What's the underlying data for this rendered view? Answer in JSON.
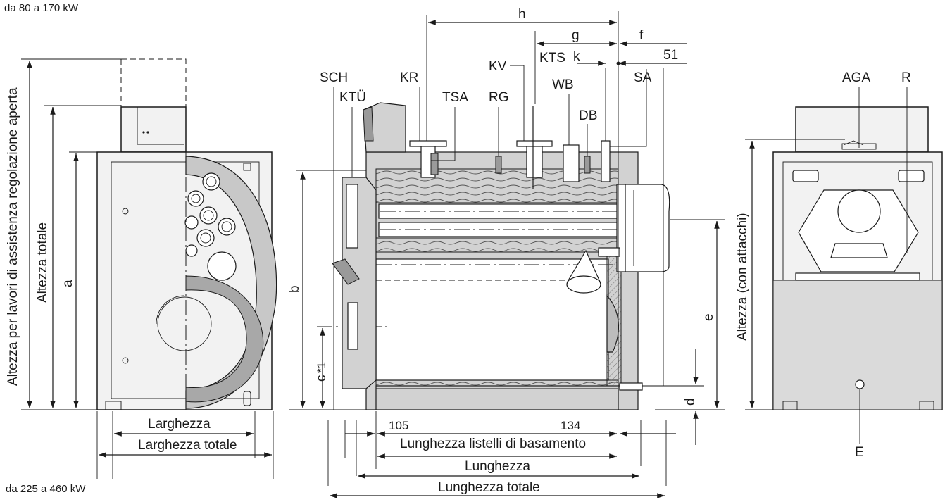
{
  "captions": {
    "top": "da 80 a 170 kW",
    "bottom": "da 225 a 460 kW"
  },
  "side_view": {
    "vertical_label_service_height": "Altezza per lavori di assistenza regolazione aperta",
    "vertical_label_total_height": "Altezza totale",
    "dim_a": "a",
    "width_label": "Larghezza",
    "total_width_label": "Larghezza totale"
  },
  "section_view": {
    "connections": {
      "SCH": "SCH",
      "KTU": "KTÜ",
      "KR": "KR",
      "TSA": "TSA",
      "RG": "RG",
      "KV": "KV",
      "KTS": "KTS",
      "WB": "WB",
      "DB": "DB",
      "SA": "SA"
    },
    "dims": {
      "h": "h",
      "g": "g",
      "f": "f",
      "k": "k",
      "v51": "51",
      "b": "b",
      "c": "c",
      "c_note": "*1",
      "e": "e",
      "d": "d",
      "v105": "105",
      "v134": "134"
    },
    "base_strip_length_label": "Lunghezza listelli di basamento",
    "length_label": "Lunghezza",
    "total_length_label": "Lunghezza totale"
  },
  "rear_view": {
    "AGA": "AGA",
    "R": "R",
    "E": "E",
    "height_label": "Altezza (con attacchi)"
  }
}
